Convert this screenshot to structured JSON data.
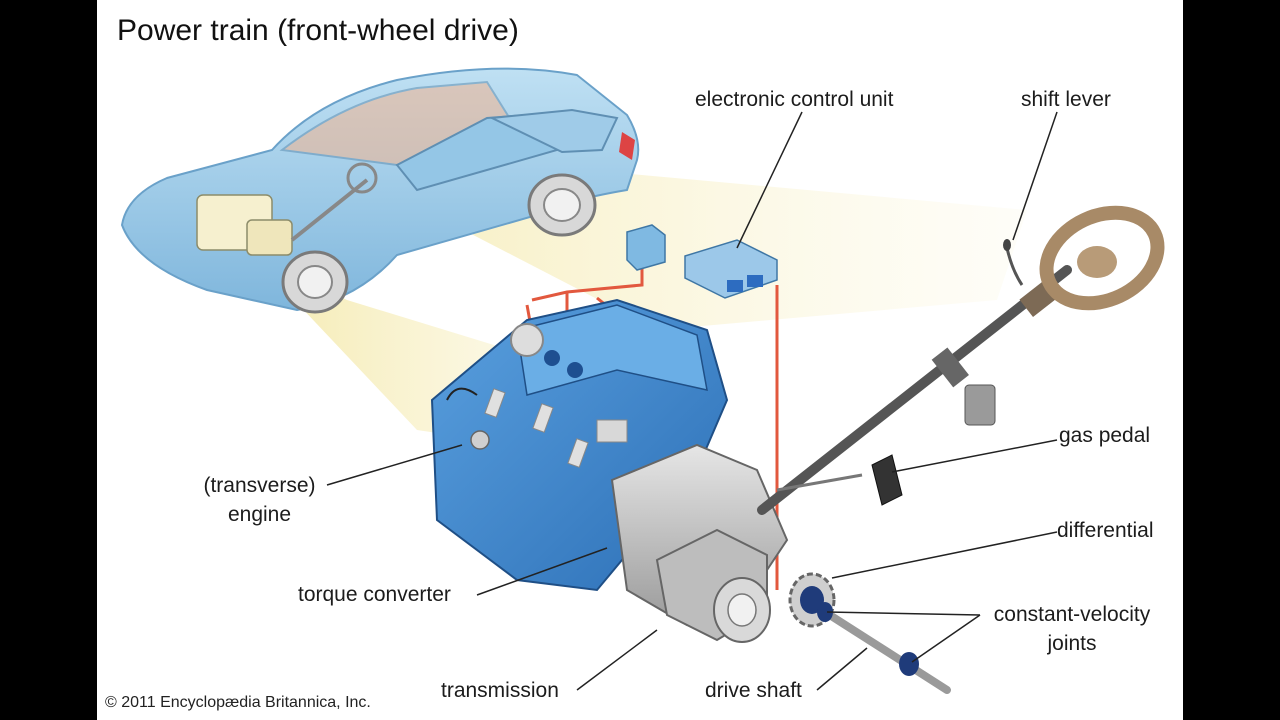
{
  "title": "Power train (front-wheel drive)",
  "copyright": "© 2011 Encyclopædia Britannica, Inc.",
  "labels": {
    "ecu": "electronic control unit",
    "shift_lever": "shift lever",
    "engine_line1": "(transverse)",
    "engine_line2": "engine",
    "gas_pedal": "gas pedal",
    "differential": "differential",
    "torque_converter": "torque converter",
    "cv_line1": "constant-velocity",
    "cv_line2": "joints",
    "transmission": "transmission",
    "drive_shaft": "drive shaft"
  },
  "colors": {
    "car_body": "#a9d3ec",
    "engine_block": "#3b82c9",
    "wiring": "#e2583e",
    "metal": "#c9c9c9",
    "steering_wheel": "#a88a67",
    "beam": "#f6edb4"
  }
}
